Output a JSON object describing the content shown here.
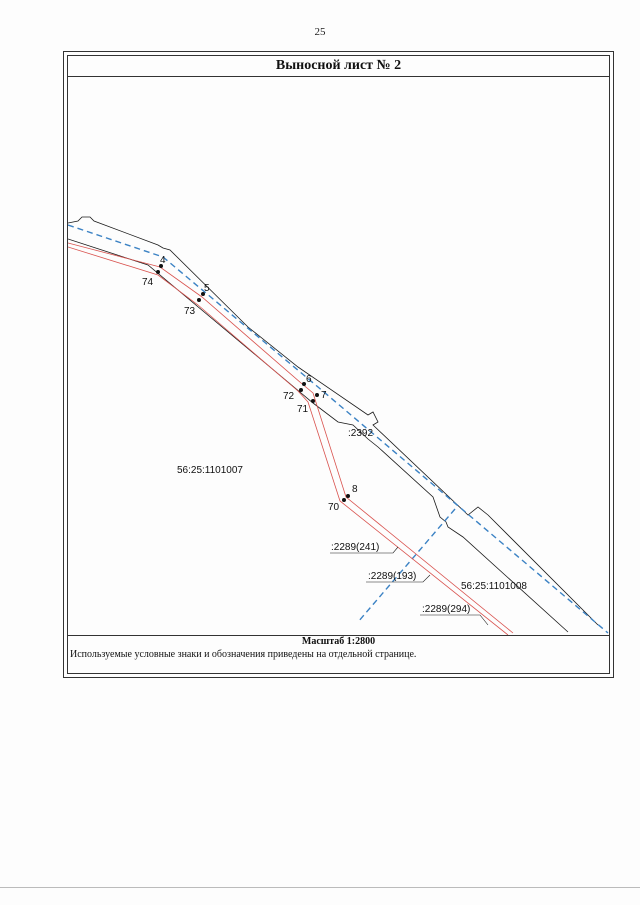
{
  "page": {
    "number": "25"
  },
  "sheet": {
    "title": "Выносной лист № 2"
  },
  "map": {
    "colors": {
      "boundary_black": "#1a1a1a",
      "boundary_red": "#d9534f",
      "cadastral_blue": "#3b82c4"
    },
    "quarter_labels": [
      {
        "text": "56:25:1101007"
      },
      {
        "text": "56:25:1101008"
      }
    ],
    "parcel_labels": [
      {
        "text": ":2392"
      },
      {
        "text": ":2289(241)"
      },
      {
        "text": ":2289(193)"
      },
      {
        "text": ":2289(294)"
      }
    ],
    "points": [
      {
        "text": "4"
      },
      {
        "text": "74"
      },
      {
        "text": "5"
      },
      {
        "text": "73"
      },
      {
        "text": "6"
      },
      {
        "text": "72"
      },
      {
        "text": "7"
      },
      {
        "text": "71"
      },
      {
        "text": "8"
      },
      {
        "text": "70"
      }
    ]
  },
  "footer": {
    "scale": "Масштаб 1:2800",
    "legend_note": "Используемые условные знаки и обозначения приведены на отдельной странице."
  }
}
